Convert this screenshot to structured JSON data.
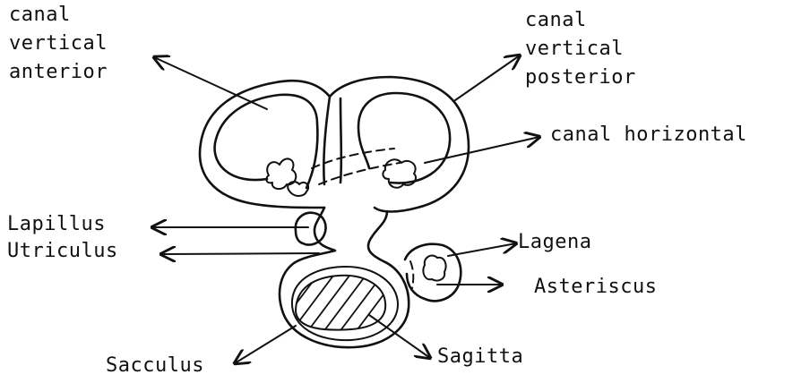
{
  "labels": {
    "anterior": [
      "canal",
      "vertical",
      "anterior"
    ],
    "posterior": [
      "canal",
      "vertical",
      "posterior"
    ],
    "horizontal": "canal horizontal",
    "lapillus": "Lapillus",
    "utriculus": "Utriculus",
    "lagena": "Lagena",
    "asteriscus": "Asteriscus",
    "sacculus": "Sacculus",
    "sagitta": "Sagitta"
  }
}
